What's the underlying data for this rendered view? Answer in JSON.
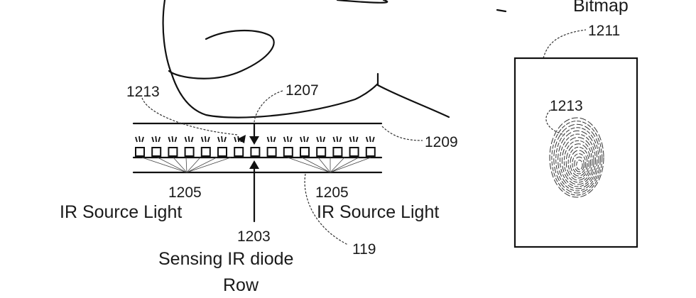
{
  "labels": {
    "finger_ref": "1213",
    "light_path": "1207",
    "cover_layer": "1209",
    "ir_source_left_ref": "1205",
    "ir_source_right_ref": "1205",
    "ir_source_left": "IR Source Light",
    "ir_source_right": "IR Source Light",
    "sensing_ref": "1203",
    "sensing_line1": "Sensing IR diode",
    "sensing_line2": "Row",
    "display_ref": "119",
    "bitmap_title": "Bitmap",
    "bitmap_ref": "1211",
    "fingerprint_ref": "1213"
  },
  "pixel_count": 15
}
